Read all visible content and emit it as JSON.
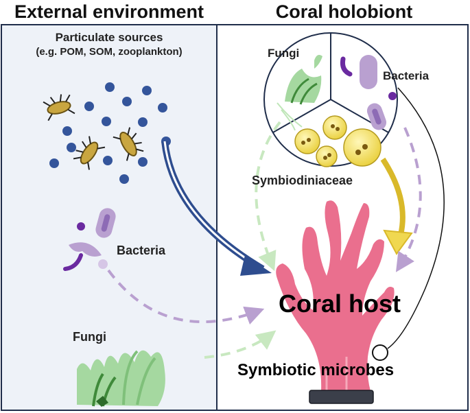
{
  "headers": {
    "left": "External environment",
    "right": "Coral holobiont"
  },
  "external": {
    "particulate_title": "Particulate sources",
    "particulate_examples": "(e.g. POM, SOM, zooplankton)",
    "bacteria_label": "Bacteria",
    "fungi_label": "Fungi"
  },
  "holobiont": {
    "fungi_label": "Fungi",
    "bacteria_label": "Bacteria",
    "symbio_label": "Symbiodiniaceae",
    "coral_host_label": "Coral host",
    "symbiotic_microbes_label": "Symbiotic microbes"
  },
  "colors": {
    "panel_left_bg": "#eef2f8",
    "panel_border": "#1f2d4a",
    "dot_blue": "#34559b",
    "arrow_blue": "#2e4d8f",
    "bacteria_lavender": "#b9a0d0",
    "bacteria_purple": "#6a2aa0",
    "fungi_green": "#a5d8a0",
    "fungi_dark": "#3f8a3a",
    "symbio_yellow": "#f2e06a",
    "arrow_gold": "#d9b92a",
    "coral_pink": "#ea6f8e",
    "base_dark": "#3b3f4a"
  }
}
